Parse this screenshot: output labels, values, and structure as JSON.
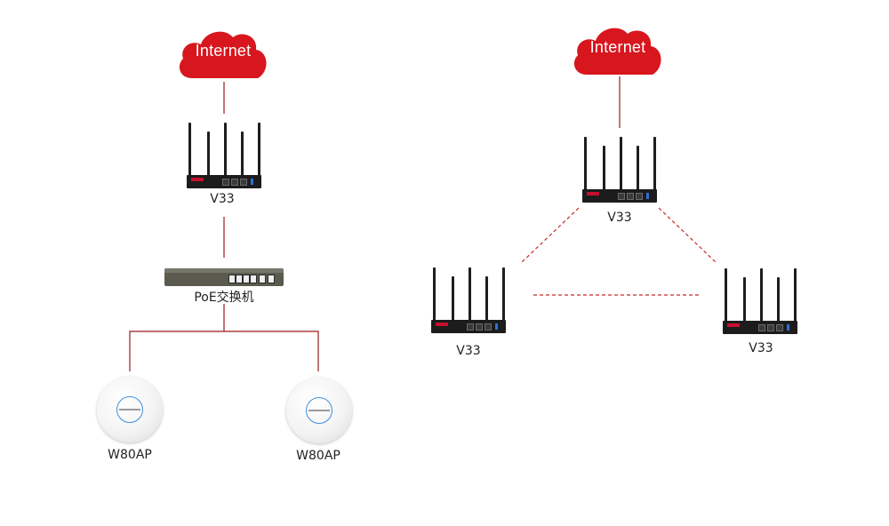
{
  "left_topology": {
    "internet": "Internet",
    "gateway": "V33",
    "switch": "PoE交换机",
    "ap_left": "W80AP",
    "ap_right": "W80AP"
  },
  "right_topology": {
    "internet": "Internet",
    "router_top": "V33",
    "router_left": "V33",
    "router_right": "V33"
  },
  "colors": {
    "cloud": "#d7161e",
    "wired_link": "#9b1b1b",
    "wireless_link": "#c42a2a"
  },
  "icons": [
    "cloud-icon",
    "router-icon",
    "poe-switch-icon",
    "ceiling-ap-icon"
  ]
}
